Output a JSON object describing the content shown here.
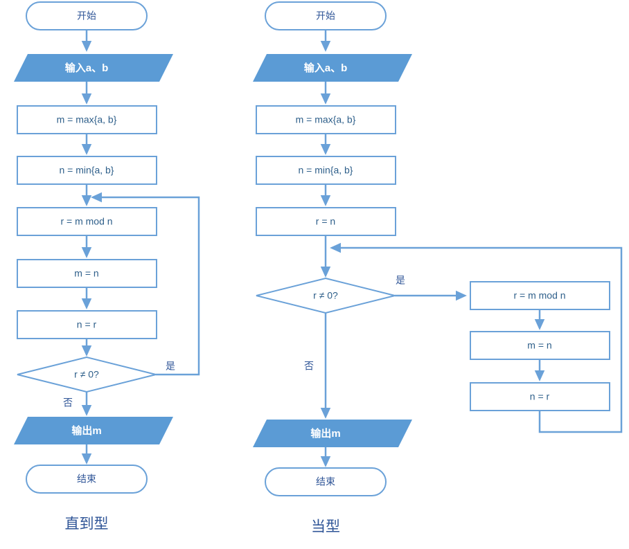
{
  "diagram": {
    "type": "flowchart",
    "title": "",
    "colors": {
      "stroke": "#6aa1d8",
      "io_fill": "#5b9bd5",
      "node_fill": "#ffffff",
      "text": "#2f5597",
      "io_text": "#ffffff"
    },
    "charts": [
      {
        "id": "until-type",
        "caption": "直到型",
        "nodes": {
          "start": "开始",
          "input": "输入a、b",
          "max": "m = max{a, b}",
          "min": "n = min{a, b}",
          "mod": "r = m mod n",
          "assign_m": "m = n",
          "assign_n": "n = r",
          "decision": "r ≠ 0?",
          "output": "输出m",
          "end": "结束"
        },
        "edge_labels": {
          "yes": "是",
          "no": "否"
        }
      },
      {
        "id": "while-type",
        "caption": "当型",
        "nodes": {
          "start": "开始",
          "input": "输入a、b",
          "max": "m = max{a, b}",
          "min": "n = min{a, b}",
          "init_r": "r = n",
          "decision": "r ≠ 0?",
          "mod": "r = m mod n",
          "assign_m": "m = n",
          "assign_n": "n = r",
          "output": "输出m",
          "end": "结束"
        },
        "edge_labels": {
          "yes": "是",
          "no": "否"
        }
      }
    ]
  }
}
